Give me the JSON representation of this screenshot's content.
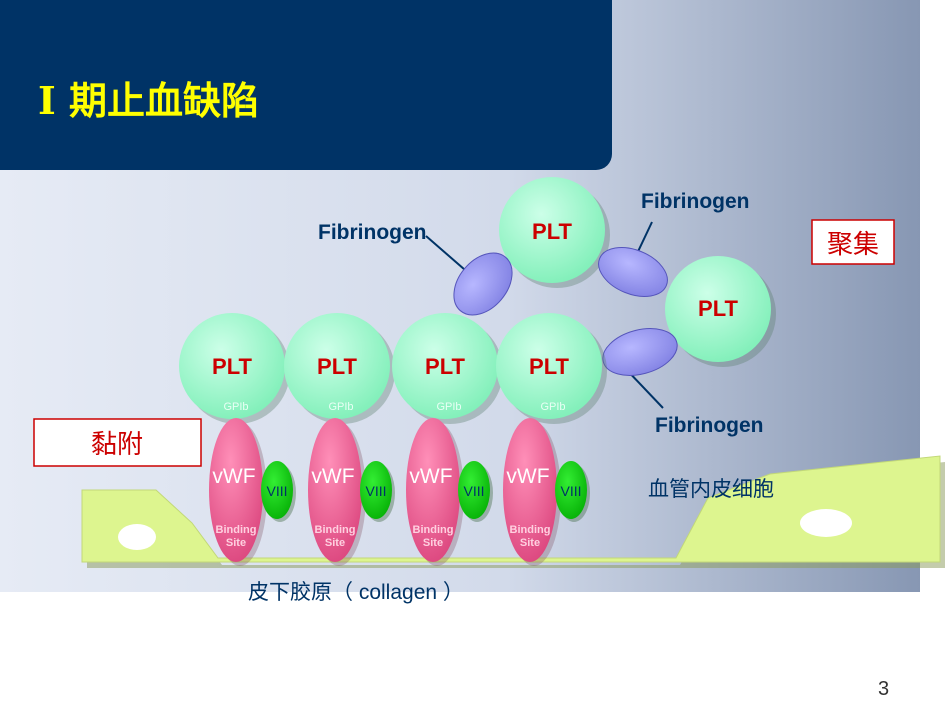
{
  "slide": {
    "title": "I 期止血缺陷",
    "page_number": "3"
  },
  "diagram": {
    "labels": {
      "aggregation": "聚集",
      "adhesion": "黏附",
      "endothelial_cells": "血管内皮细胞",
      "collagen": "皮下胶原（ collagen ）"
    },
    "fibrinogen_label": "Fibrinogen",
    "platelet_label": "PLT",
    "gpib_label": "GPIb",
    "vwf_label": "vWF",
    "factor_label": "VIII",
    "binding_site_label": [
      "Binding",
      "Site"
    ]
  },
  "colors": {
    "title_bar": "#003366",
    "title_text": "#ffff00",
    "platelet_fill": "#99ffcc",
    "platelet_text": "#cc0000",
    "fibrinogen_fill": "#9999ee",
    "vwf_fill": "#ee6699",
    "factor_fill": "#00cc00",
    "tissue_fill": "#ddf58f",
    "label_red": "#cc0000",
    "label_blue": "#003366"
  }
}
